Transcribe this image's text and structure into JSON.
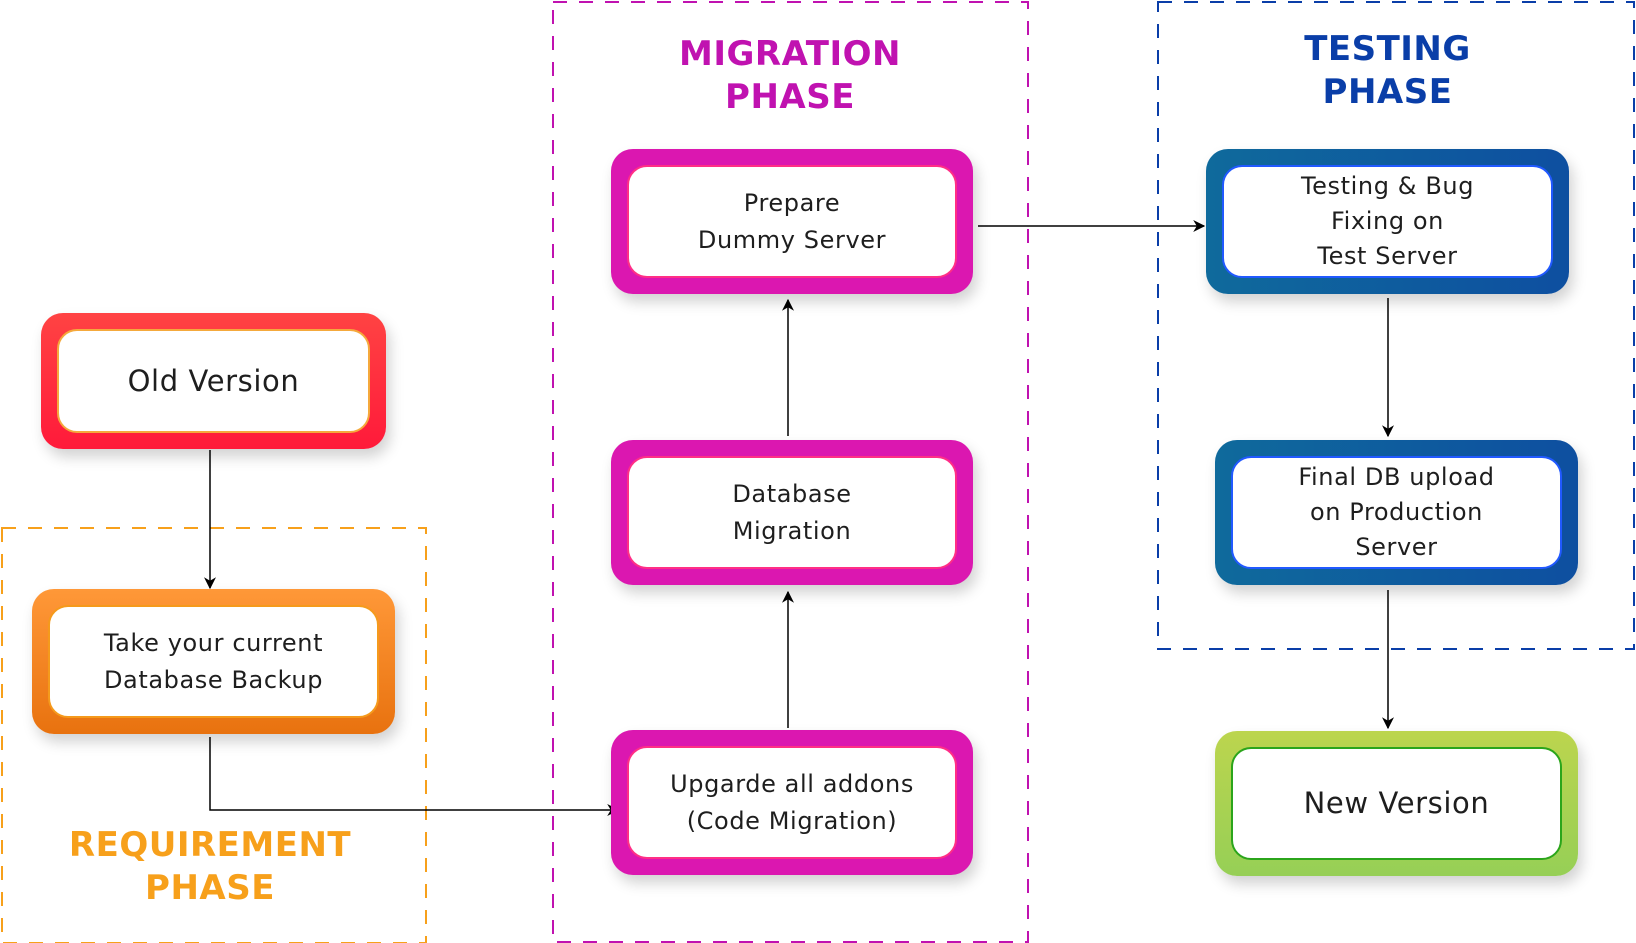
{
  "diagram": {
    "phases": [
      {
        "id": "requirement",
        "title": "REQUIREMENT\nPHASE",
        "color": "#f7a01b"
      },
      {
        "id": "migration",
        "title": "MIGRATION\nPHASE",
        "color": "#c012b0"
      },
      {
        "id": "testing",
        "title": "TESTING\nPHASE",
        "color": "#0a3ea8"
      }
    ],
    "nodes": {
      "old_version": {
        "label": "Old Version",
        "color": "#ff3344"
      },
      "db_backup": {
        "label": "Take your current\nDatabase Backup",
        "color": "#f5851f"
      },
      "upgrade_addons": {
        "label": "Upgarde all addons\n(Code Migration)",
        "color": "#db17b0"
      },
      "db_migration": {
        "label": "Database\nMigration",
        "color": "#db17b0"
      },
      "dummy_server": {
        "label": "Prepare\nDummy Server",
        "color": "#db17b0"
      },
      "testing_bug_fixing": {
        "label": "Testing & Bug\nFixing on\nTest Server",
        "color": "#0e5aa0"
      },
      "final_db_upload": {
        "label": "Final DB upload\non Production\nServer",
        "color": "#0e5aa0"
      },
      "new_version": {
        "label": "New Version",
        "color": "#a8d24f"
      }
    },
    "edges": [
      {
        "from": "old_version",
        "to": "db_backup"
      },
      {
        "from": "db_backup",
        "to": "upgrade_addons"
      },
      {
        "from": "upgrade_addons",
        "to": "db_migration"
      },
      {
        "from": "db_migration",
        "to": "dummy_server"
      },
      {
        "from": "dummy_server",
        "to": "testing_bug_fixing"
      },
      {
        "from": "testing_bug_fixing",
        "to": "final_db_upload"
      },
      {
        "from": "final_db_upload",
        "to": "new_version"
      }
    ]
  }
}
